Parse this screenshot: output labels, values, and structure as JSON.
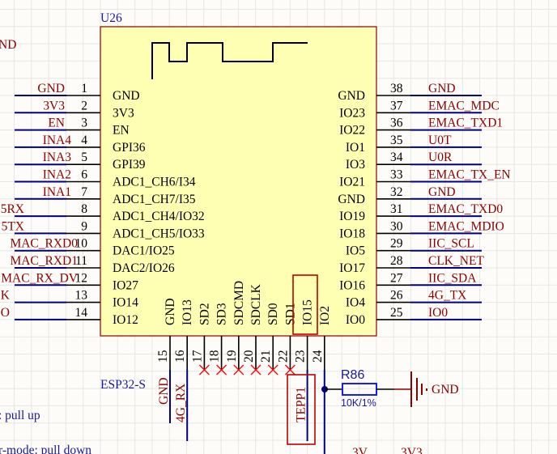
{
  "component": {
    "designator": "U26",
    "part": "ESP32-S",
    "left_pins": [
      {
        "num": "1",
        "name": "GND",
        "net": "GND"
      },
      {
        "num": "2",
        "name": "3V3",
        "net": "3V3"
      },
      {
        "num": "3",
        "name": "EN",
        "net": "EN"
      },
      {
        "num": "4",
        "name": "GPI36",
        "net": "INA4"
      },
      {
        "num": "5",
        "name": "GPI39",
        "net": "INA3"
      },
      {
        "num": "6",
        "name": "ADC1_CH6/I34",
        "net": "INA2"
      },
      {
        "num": "7",
        "name": "ADC1_CH7/I35",
        "net": "INA1"
      },
      {
        "num": "8",
        "name": "ADC1_CH4/IO32",
        "net": "5RX"
      },
      {
        "num": "9",
        "name": "ADC1_CH5/IO33",
        "net": "5TX"
      },
      {
        "num": "10",
        "name": "DAC1/IO25",
        "net": "MAC_RXD0"
      },
      {
        "num": "11",
        "name": "DAC2/IO26",
        "net": "MAC_RXD1"
      },
      {
        "num": "12",
        "name": "IO27",
        "net": "MAC_RX_DV"
      },
      {
        "num": "13",
        "name": "IO14",
        "net": "K"
      },
      {
        "num": "14",
        "name": "IO12",
        "net": "SO"
      }
    ],
    "right_pins": [
      {
        "num": "38",
        "name": "GND",
        "net": "GND"
      },
      {
        "num": "37",
        "name": "IO23",
        "net": "EMAC_MDC"
      },
      {
        "num": "36",
        "name": "IO22",
        "net": "EMAC_TXD1"
      },
      {
        "num": "35",
        "name": "IO1",
        "net": "U0T"
      },
      {
        "num": "34",
        "name": "IO3",
        "net": "U0R"
      },
      {
        "num": "33",
        "name": "IO21",
        "net": "EMAC_TX_EN"
      },
      {
        "num": "32",
        "name": "GND",
        "net": "GND"
      },
      {
        "num": "31",
        "name": "IO19",
        "net": "EMAC_TXD0"
      },
      {
        "num": "30",
        "name": "IO18",
        "net": "EMAC_MDIO"
      },
      {
        "num": "29",
        "name": "IO5",
        "net": "IIC_SCL"
      },
      {
        "num": "28",
        "name": "IO17",
        "net": "CLK_NET"
      },
      {
        "num": "27",
        "name": "IO16",
        "net": "IIC_SDA"
      },
      {
        "num": "26",
        "name": "IO4",
        "net": "4G_TX"
      },
      {
        "num": "25",
        "name": "IO0",
        "net": "IO0"
      }
    ],
    "bottom_pins": [
      {
        "num": "15",
        "name": "GND",
        "net": "GND",
        "nc": false
      },
      {
        "num": "16",
        "name": "IO13",
        "net": "4G_RX",
        "nc": false
      },
      {
        "num": "17",
        "name": "SD2",
        "net": "",
        "nc": true
      },
      {
        "num": "18",
        "name": "SD3",
        "net": "",
        "nc": true
      },
      {
        "num": "19",
        "name": "SDCMD",
        "net": "",
        "nc": true
      },
      {
        "num": "20",
        "name": "SDCLK",
        "net": "",
        "nc": true
      },
      {
        "num": "21",
        "name": "SD0",
        "net": "",
        "nc": true
      },
      {
        "num": "22",
        "name": "SD1",
        "net": "",
        "nc": true
      },
      {
        "num": "23",
        "name": "IO15",
        "net": "TEPP1",
        "nc": false
      },
      {
        "num": "24",
        "name": "IO2",
        "net": "",
        "nc": false
      }
    ]
  },
  "resistor": {
    "designator": "R86",
    "value": "10K/1%",
    "power_port": "GND"
  },
  "notes": {
    "top_left_label": "ND",
    "pull_up": ": pull up",
    "pull_down": "r-mode: pull down",
    "bottom_label_1": "3V",
    "bottom_label_2": "3V3"
  },
  "colors": {
    "body_fill": "#ffffb4",
    "body_border": "#8b0000",
    "wire": "#000080",
    "net_label": "#8b0000",
    "highlight": "#c00000",
    "no_connect": "#ff0000"
  }
}
